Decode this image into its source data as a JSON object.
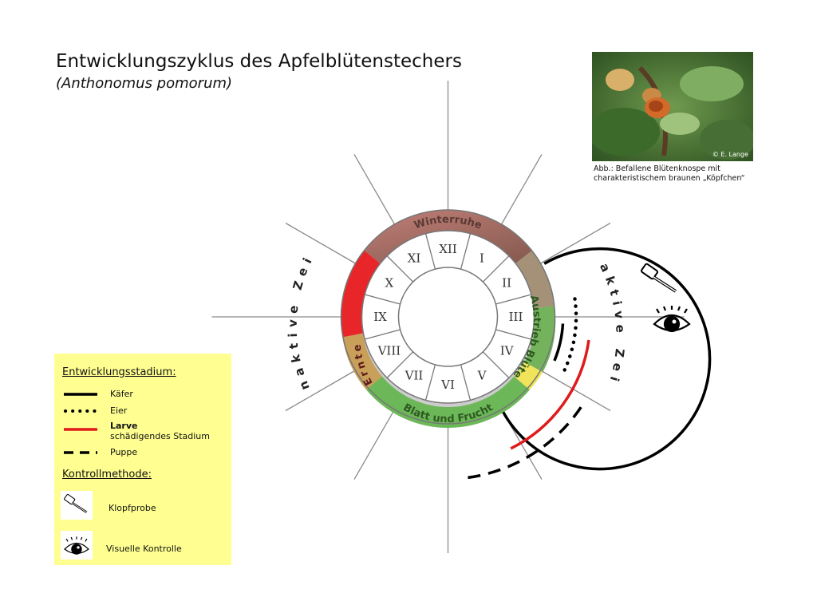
{
  "title": "Entwicklungszyklus des Apfelblütenstechers",
  "subtitle": "(Anthonomus pomorum)",
  "photo": {
    "credit": "© E. Lange",
    "caption_line1": "Abb.: Befallene Blütenknospe mit",
    "caption_line2": "charakteristischem braunen „Köpfchen“"
  },
  "wheel": {
    "months": [
      "I",
      "II",
      "III",
      "IV",
      "V",
      "VI",
      "VII",
      "VIII",
      "IX",
      "X",
      "XI",
      "XII"
    ],
    "phases": [
      "Winterruhe",
      "Austrieb Blüte",
      "Blatt und Frucht",
      "Ernte"
    ],
    "inactive_label": "inaktive Zeit",
    "active_label": "aktive Zeit"
  },
  "legend": {
    "stage_heading": "Entwicklungsstadium:",
    "beetle": "Käfer",
    "eggs": "Eier",
    "larva": "Larve",
    "larva_note": "schädigendes Stadium",
    "pupa": "Puppe",
    "method_heading": "Kontrollmethode:",
    "knock_test": "Klopfprobe",
    "visual_check": "Visuelle Kontrolle"
  },
  "colors": {
    "winter": "#9c6b62",
    "harvest": "#e8262a",
    "spring": "#6ab755",
    "bloom": "#f2e255",
    "larva": "#e01b1b",
    "legend_bg": "#ffff91"
  }
}
